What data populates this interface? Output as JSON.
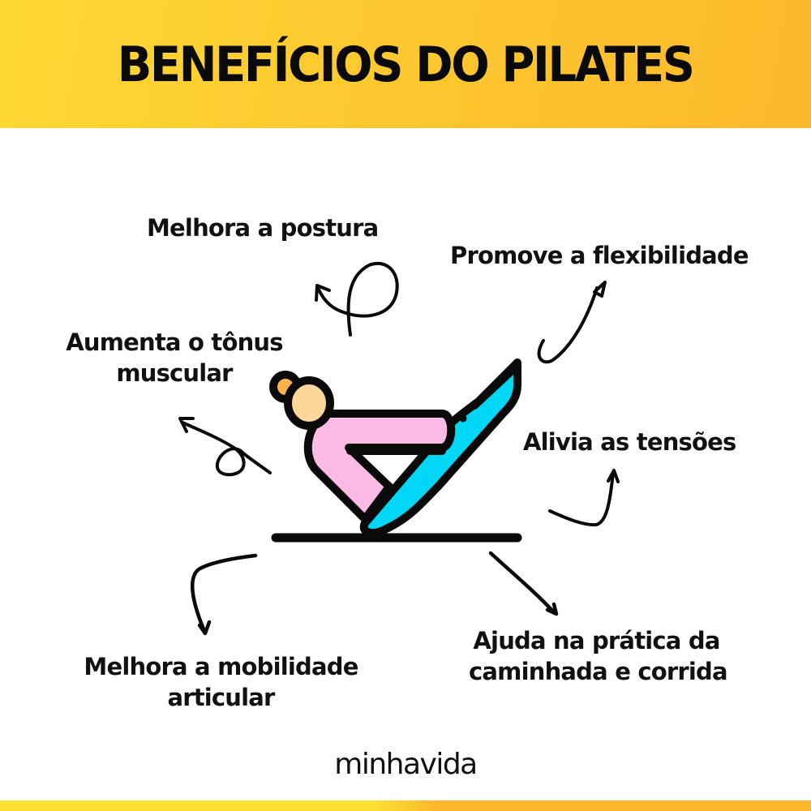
{
  "header": {
    "title": "BENEFÍCIOS DO PILATES"
  },
  "benefits": [
    {
      "id": "posture",
      "lines": [
        "Melhora a postura"
      ]
    },
    {
      "id": "flexibility",
      "lines": [
        "Promove a flexibilidade"
      ]
    },
    {
      "id": "muscle-tone",
      "lines": [
        "Aumenta o tônus",
        "muscular"
      ]
    },
    {
      "id": "tension",
      "lines": [
        "Alivia as tensões"
      ]
    },
    {
      "id": "mobility",
      "lines": [
        "Melhora a mobilidade",
        "articular"
      ]
    },
    {
      "id": "walking-running",
      "lines": [
        "Ajuda na prática da",
        "caminhada e corrida"
      ]
    }
  ],
  "illustration": {
    "icon": "pilates-boat-pose-icon",
    "colors": {
      "outline": "#0a0a0a",
      "skin": "#fcd79a",
      "hair_bun": "#f9b24e",
      "shirt": "#fbbbe4",
      "pants": "#00d6f5"
    }
  },
  "brand": {
    "logo_text": "minhavida"
  },
  "colors": {
    "header_start": "#fdd835",
    "header_end": "#fbb92b",
    "footer_left": "#fde235",
    "footer_right": "#fdb52b"
  }
}
